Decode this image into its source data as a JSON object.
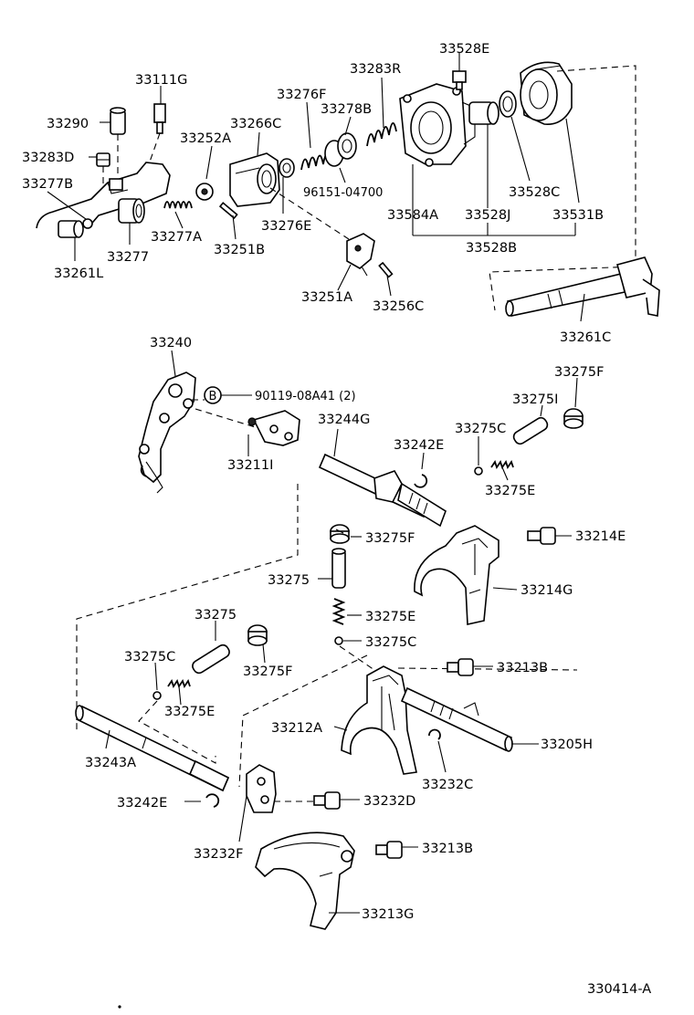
{
  "diagram_id": "330414-A",
  "labels": {
    "p33528E": "33528E",
    "p33111G": "33111G",
    "p33283R": "33283R",
    "p33290": "33290",
    "p33276F": "33276F",
    "p33278B": "33278B",
    "p33266C": "33266C",
    "p33252A": "33252A",
    "p33283D": "33283D",
    "p33277B": "33277B",
    "p96151": "96151-04700",
    "p33528C": "33528C",
    "p33584A": "33584A",
    "p33528J": "33528J",
    "p33531B": "33531B",
    "p33276E": "33276E",
    "p33277A": "33277A",
    "p33277": "33277",
    "p33251B": "33251B",
    "p33261L": "33261L",
    "p33528B": "33528B",
    "p33251A": "33251A",
    "p33256C": "33256C",
    "p33261C": "33261C",
    "p33240": "33240",
    "p90119": "90119-08A41 (2)",
    "marker_b": "B",
    "p33275F_a": "33275F",
    "p33275I": "33275I",
    "p33244G": "33244G",
    "p33275C_a": "33275C",
    "p33242E_a": "33242E",
    "p33211I": "33211I",
    "p33275E_a": "33275E",
    "p33275F_b": "33275F",
    "p33214E": "33214E",
    "p33275_a": "33275",
    "p33214G": "33214G",
    "p33275E_b": "33275E",
    "p33275": "33275",
    "p33275C_b": "33275C",
    "p33275C_c": "33275C",
    "p33213B_a": "33213B",
    "p33275F_c": "33275F",
    "p33275E_c": "33275E",
    "p33212A": "33212A",
    "p33205H": "33205H",
    "p33243A": "33243A",
    "p33232C": "33232C",
    "p33242E_b": "33242E",
    "p33232D": "33232D",
    "p33232F": "33232F",
    "p33213B_b": "33213B",
    "p33213G": "33213G"
  }
}
